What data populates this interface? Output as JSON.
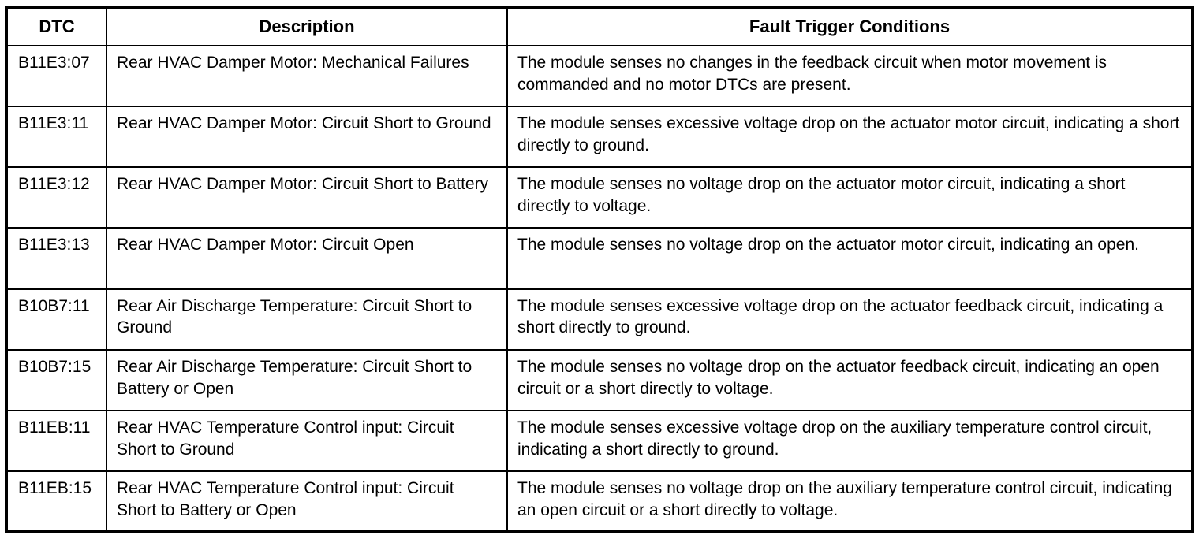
{
  "table": {
    "headers": {
      "dtc": "DTC",
      "description": "Description",
      "conditions": "Fault Trigger Conditions"
    },
    "rows": [
      {
        "dtc": "B11E3:07",
        "description": "Rear HVAC Damper Motor: Mechanical Failures",
        "conditions": "The module senses no changes in the feedback circuit when motor movement is commanded and no motor DTCs are present."
      },
      {
        "dtc": "B11E3:11",
        "description": "Rear HVAC Damper Motor: Circuit Short to Ground",
        "conditions": "The module senses excessive voltage drop on the actuator motor circuit, indicating a short directly to ground."
      },
      {
        "dtc": "B11E3:12",
        "description": "Rear HVAC Damper Motor: Circuit Short to Battery",
        "conditions": "The module senses no voltage drop on the actuator motor circuit, indicating a short directly to voltage."
      },
      {
        "dtc": "B11E3:13",
        "description": "Rear HVAC Damper Motor: Circuit Open",
        "conditions": "The module senses no voltage drop on the actuator motor circuit, indicating an open."
      },
      {
        "dtc": "B10B7:11",
        "description": "Rear Air Discharge Temperature: Circuit Short to Ground",
        "conditions": "The module senses excessive voltage drop on the actuator feedback circuit, indicating a short directly to ground."
      },
      {
        "dtc": "B10B7:15",
        "description": "Rear Air Discharge Temperature: Circuit Short to Battery or Open",
        "conditions": "The module senses no voltage drop on the actuator feedback circuit, indicating an open circuit or a short directly to voltage."
      },
      {
        "dtc": "B11EB:11",
        "description": "Rear HVAC Temperature Control input: Circuit Short to Ground",
        "conditions": "The module senses excessive voltage drop on the auxiliary temperature control circuit, indicating a short directly to ground."
      },
      {
        "dtc": "B11EB:15",
        "description": "Rear HVAC Temperature Control input: Circuit Short to Battery or Open",
        "conditions": "The module senses no voltage drop on the auxiliary temperature control circuit, indicating an open circuit or a short directly to voltage."
      }
    ]
  }
}
